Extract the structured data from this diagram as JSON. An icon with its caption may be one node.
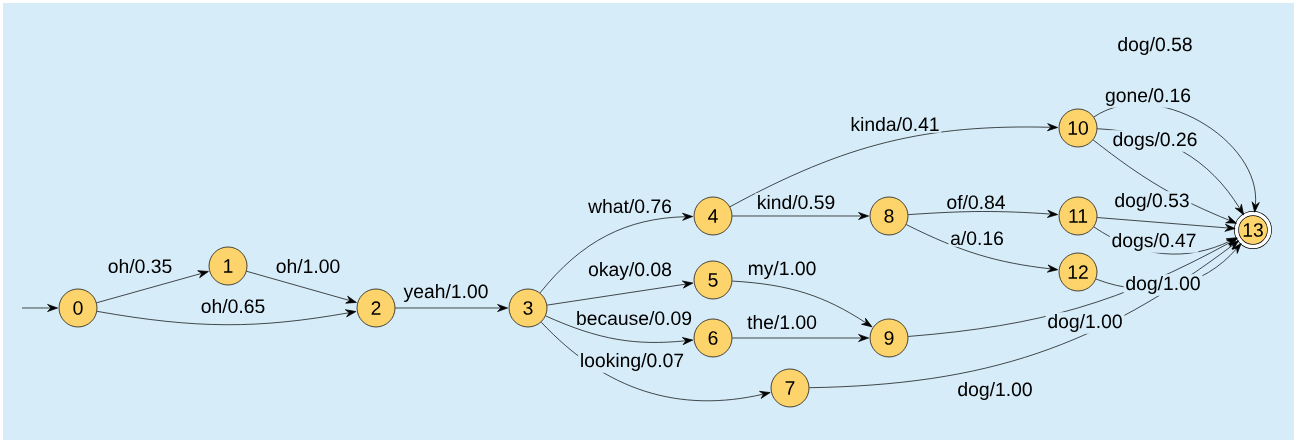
{
  "diagram": {
    "nodes": [
      {
        "text": [
          "0"
        ]
      },
      {
        "text": [
          "1"
        ]
      },
      {
        "text": [
          "2"
        ]
      },
      {
        "text": [
          "3"
        ]
      },
      {
        "text": [
          "4"
        ]
      },
      {
        "text": [
          "5"
        ]
      },
      {
        "text": [
          "6"
        ]
      },
      {
        "text": [
          "7"
        ]
      },
      {
        "text": [
          "8"
        ]
      },
      {
        "text": [
          "9"
        ]
      },
      {
        "text": [
          "10"
        ]
      },
      {
        "text": [
          "11"
        ]
      },
      {
        "text": [
          "12"
        ]
      },
      {
        "text": [
          "13"
        ]
      }
    ],
    "edges": [
      {
        "from": null,
        "to": 0,
        "arrow": "to"
      },
      {
        "from": 0,
        "to": 1,
        "arrow": "to",
        "label": "oh/0.35"
      },
      {
        "from": 0,
        "to": 2,
        "arrow": "to",
        "label": "oh/0.65"
      },
      {
        "from": 1,
        "to": 2,
        "arrow": "to",
        "label": "oh/1.00"
      },
      {
        "from": 2,
        "to": 3,
        "arrow": "to",
        "label": "yeah/1.00"
      },
      {
        "from": 3,
        "to": 4,
        "arrow": "to",
        "label": "what/0.76"
      },
      {
        "from": 3,
        "to": 5,
        "arrow": "to",
        "label": "okay/0.08"
      },
      {
        "from": 3,
        "to": 6,
        "arrow": "to",
        "label": "because/0.09"
      },
      {
        "from": 3,
        "to": 7,
        "arrow": "to",
        "label": "looking/0.07"
      },
      {
        "from": 4,
        "to": 10,
        "arrow": "to",
        "label": "kinda/0.41"
      },
      {
        "from": 4,
        "to": 8,
        "arrow": "to",
        "label": "kind/0.59"
      },
      {
        "from": 5,
        "to": 9,
        "arrow": "to",
        "label": "my/1.00"
      },
      {
        "from": 6,
        "to": 9,
        "arrow": "to",
        "label": "the/1.00"
      },
      {
        "from": 8,
        "to": 11,
        "arrow": "to",
        "label": "of/0.84"
      },
      {
        "from": 8,
        "to": 12,
        "arrow": "to",
        "label": "a/0.16"
      },
      {
        "from": 10,
        "to": 13,
        "arrow": "to",
        "label": "dog/0.58"
      },
      {
        "from": 10,
        "to": 13,
        "arrow": "to",
        "label": "gone/0.16"
      },
      {
        "from": 10,
        "to": 13,
        "arrow": "to",
        "label": "dogs/0.26"
      },
      {
        "from": 11,
        "to": 13,
        "arrow": "to",
        "label": "dog/0.53"
      },
      {
        "from": 11,
        "to": 13,
        "arrow": "to",
        "label": "dogs/0.47"
      },
      {
        "from": 12,
        "to": 13,
        "arrow": "to",
        "label": "dog/1.00"
      },
      {
        "from": 9,
        "to": 13,
        "arrow": "to",
        "label": "dog/1.00"
      },
      {
        "from": 7,
        "to": 13,
        "arrow": "to",
        "label": "dog/1.00"
      }
    ]
  }
}
